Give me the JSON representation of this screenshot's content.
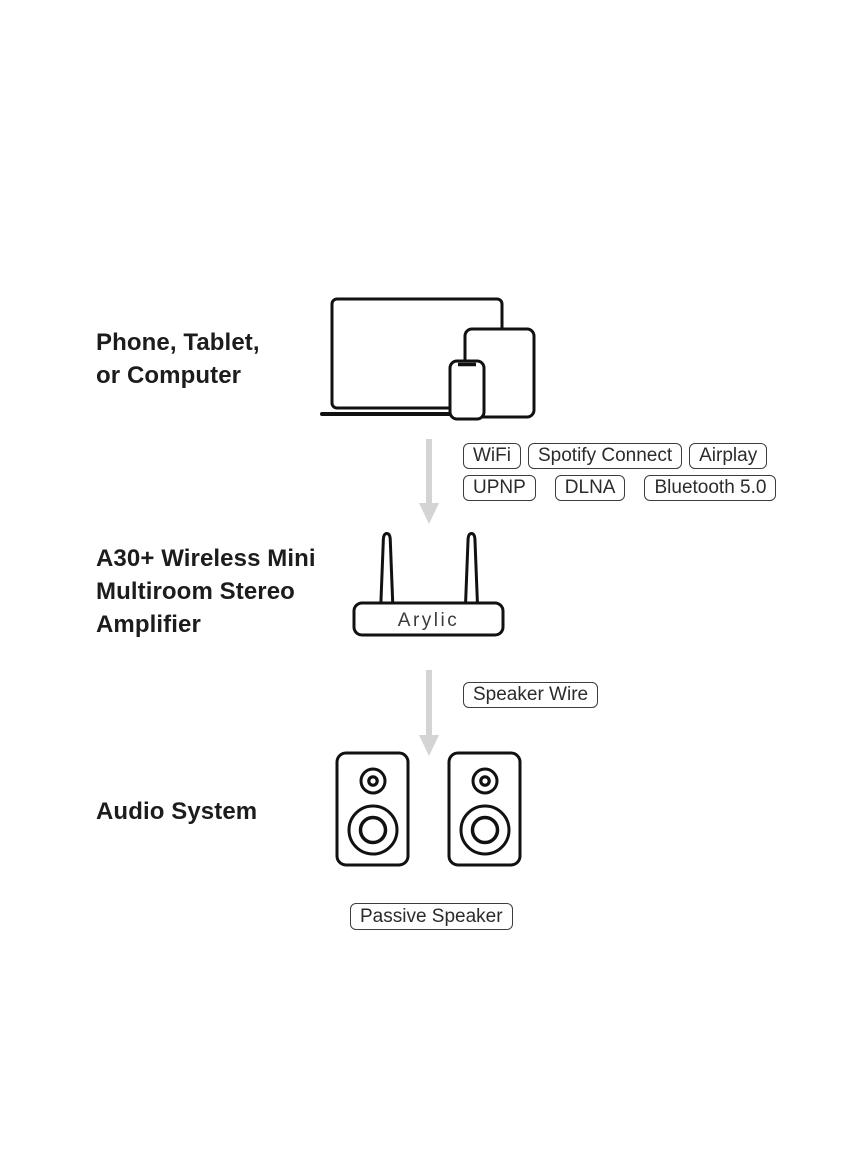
{
  "page": {
    "background": "#ffffff"
  },
  "sections": {
    "source": {
      "label_line1": "Phone, Tablet,",
      "label_line2": "or Computer",
      "icon": "laptop-tablet-phone-icon"
    },
    "amplifier": {
      "label_line1": "A30+ Wireless Mini",
      "label_line2": "Multiroom Stereo",
      "label_line3": "Amplifier",
      "brand": "Arylic",
      "icon": "wireless-amplifier-icon"
    },
    "audio": {
      "label_line1": "Audio System",
      "icon": "bookshelf-speaker-icon"
    }
  },
  "badges": {
    "protocols_row1": [
      "WiFi",
      "Spotify Connect",
      "Airplay"
    ],
    "protocols_row2": [
      "UPNP",
      "DLNA",
      "Bluetooth 5.0"
    ],
    "speaker_wire": "Speaker Wire",
    "passive_speaker": "Passive Speaker"
  },
  "colors": {
    "outline": "#111111",
    "arrow": "#d4d4d4",
    "label_text": "#1c1c1c",
    "badge_border": "#3d3d3d",
    "badge_text": "#2b2b2b"
  }
}
